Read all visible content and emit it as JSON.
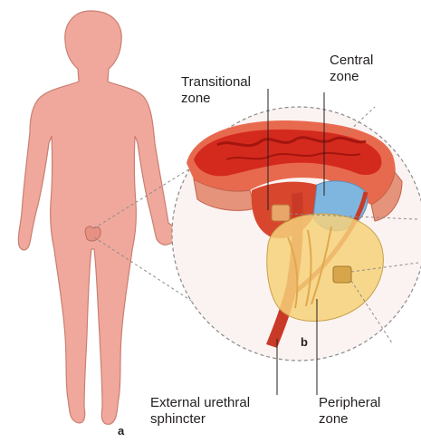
{
  "figure": {
    "panel_a": "a",
    "panel_b": "b"
  },
  "labels": {
    "transitional_zone": "Transitional\nzone",
    "central_zone": "Central\nzone",
    "external_urethral_sphincter": "External urethral\nsphincter",
    "peripheral_zone": "Peripheral\nzone"
  },
  "colors": {
    "skin": "#f0a89c",
    "skin_outline": "#c97f72",
    "bladder": "#d42a1d",
    "bladder_dark": "#a3150e",
    "bladder_wall": "#e86a4e",
    "central_zone": "#7fb6e0",
    "peripheral_zone": "#f6d17a",
    "transitional_zone": "#e8a66a",
    "urethra": "#c93a26",
    "magnifier_fill": "#fbf3f1",
    "leader_line": "#231f20",
    "dashed_line": "#8a8a8a"
  }
}
